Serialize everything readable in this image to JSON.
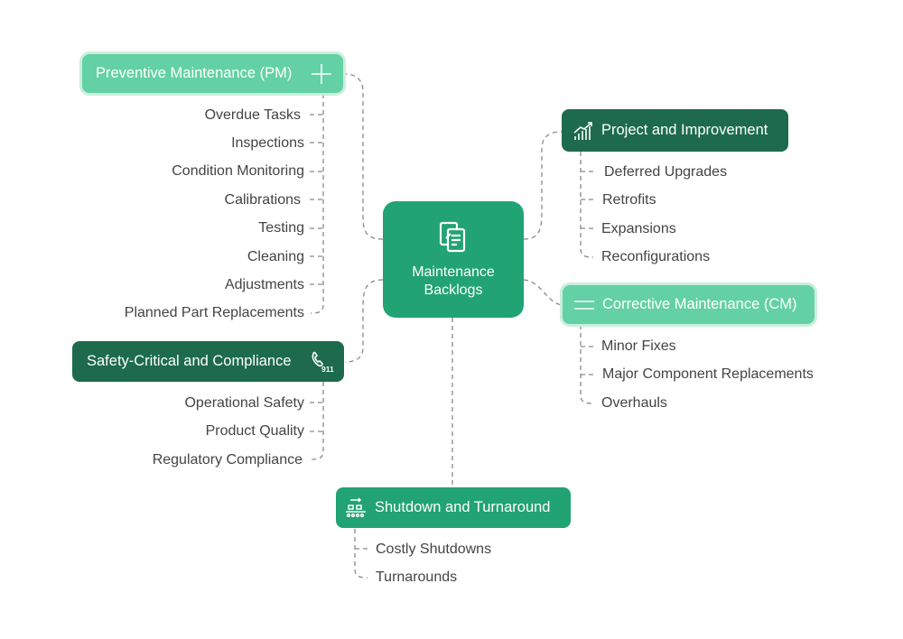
{
  "center": {
    "title": "Maintenance\nBacklogs",
    "icon": "documents-icon"
  },
  "branches": {
    "pm": {
      "title": "Preventive Maintenance (PM)",
      "icon": "plus-icon",
      "items": [
        "Overdue Tasks",
        "Inspections",
        "Condition Monitoring",
        "Calibrations",
        "Testing",
        "Cleaning",
        "Adjustments",
        "Planned Part Replacements"
      ]
    },
    "safety": {
      "title": "Safety-Critical and Compliance",
      "icon": "emergency-call-911-icon",
      "items": [
        "Operational Safety",
        "Product Quality",
        "Regulatory Compliance"
      ]
    },
    "project": {
      "title": "Project and Improvement",
      "icon": "growth-chart-icon",
      "items": [
        "Deferred Upgrades",
        "Retrofits",
        "Expansions",
        "Reconfigurations"
      ]
    },
    "cm": {
      "title": "Corrective Maintenance (CM)",
      "icon": "equals-lines-icon",
      "items": [
        "Minor Fixes",
        "Major Component Replacements",
        "Overhauls"
      ]
    },
    "shutdown": {
      "title": "Shutdown and Turnaround",
      "icon": "conveyor-icon",
      "items": [
        "Costly Shutdowns",
        "Turnarounds"
      ]
    }
  },
  "colors": {
    "light": "#63d1a3",
    "dark": "#1d6b4c",
    "center": "#22a373",
    "connector": "#8a8a8a",
    "text": "#444444"
  }
}
